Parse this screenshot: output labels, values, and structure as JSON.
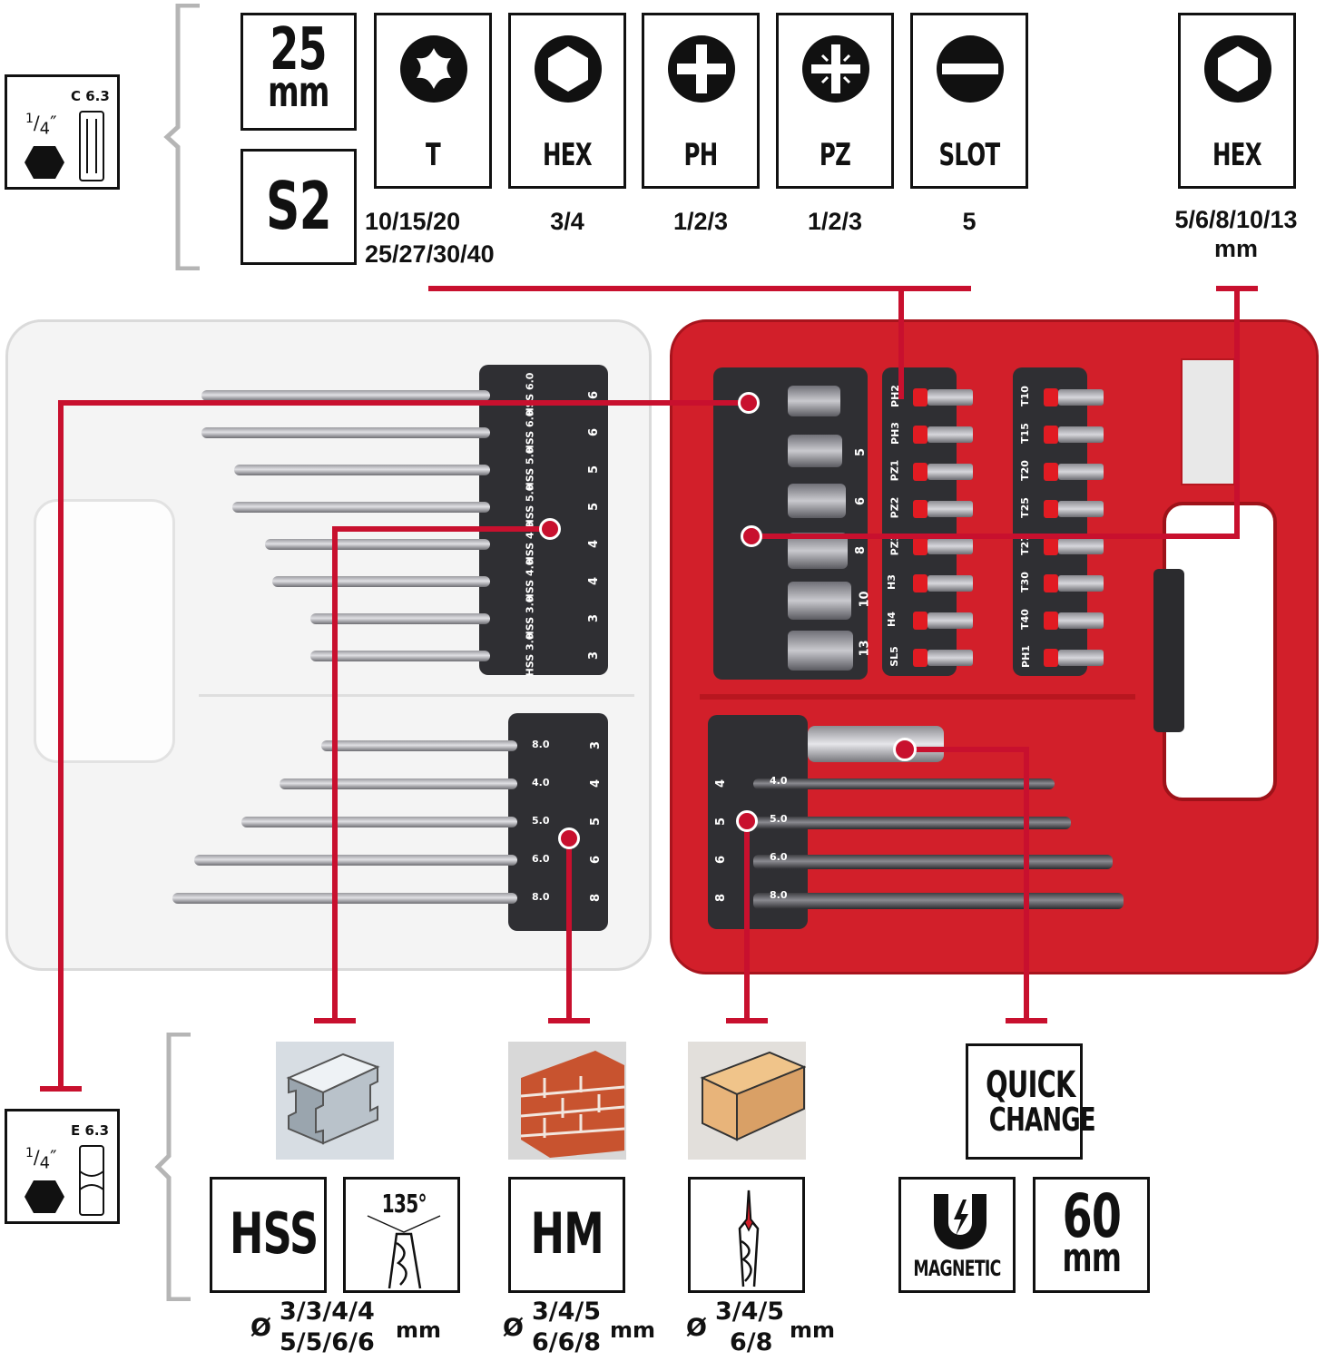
{
  "top": {
    "shank_badge": {
      "size": "C 6.3",
      "fraction_num": "1",
      "fraction_den": "4",
      "inch": "″"
    },
    "length_badge": {
      "value": "25",
      "unit": "mm"
    },
    "material_badge": {
      "text": "S2"
    },
    "bits": [
      {
        "icon": "torx-icon",
        "label": "T",
        "sizes_line1": "10/15/20",
        "sizes_line2": "25/27/30/40"
      },
      {
        "icon": "hex-icon",
        "label": "HEX",
        "sizes_line1": "3/4",
        "sizes_line2": ""
      },
      {
        "icon": "phillips-icon",
        "label": "PH",
        "sizes_line1": "1/2/3",
        "sizes_line2": ""
      },
      {
        "icon": "pozidriv-icon",
        "label": "PZ",
        "sizes_line1": "1/2/3",
        "sizes_line2": ""
      },
      {
        "icon": "slot-icon",
        "label": "SLOT",
        "sizes_line1": "5",
        "sizes_line2": ""
      }
    ],
    "nut_hex": {
      "icon": "hex-icon",
      "label": "HEX",
      "sizes_line1": "5/6/8/10/13",
      "sizes_line2": "mm"
    }
  },
  "bottom": {
    "shank_badge": {
      "size": "E 6.3",
      "fraction_num": "1",
      "fraction_den": "4",
      "inch": "″"
    },
    "hss": {
      "label": "HSS",
      "angle": "135°",
      "dia": "Ø",
      "sizes_line1": "3/3/4/4",
      "sizes_line2": "5/5/6/6",
      "unit": "mm"
    },
    "hm": {
      "label": "HM",
      "dia": "Ø",
      "sizes_line1": "3/4/5",
      "sizes_line2": "6/6/8",
      "unit": "mm"
    },
    "wood": {
      "dia": "Ø",
      "sizes_line1": "3/4/5",
      "sizes_line2": "6/8",
      "unit": "mm"
    },
    "quick_change": {
      "line1": "QUICK",
      "line2": "CHANGE"
    },
    "magnetic": {
      "label": "MAGNETIC"
    },
    "length_badge": {
      "value": "60",
      "unit": "mm"
    }
  },
  "case": {
    "left_drill_labels": [
      "HSS 6.0",
      "HSS 6.0",
      "HSS 5.0",
      "HSS 5.0",
      "HSS 4.0",
      "HSS 4.0",
      "HSS 3.0",
      "HSS 3.0"
    ],
    "left_drill_sizes": [
      "6",
      "6",
      "5",
      "5",
      "4",
      "4",
      "3",
      "3"
    ],
    "masonry_labels": [
      "8.0",
      "4.0",
      "5.0",
      "6.0",
      "8.0"
    ],
    "masonry_sizes": [
      "3",
      "4",
      "5",
      "6",
      "8"
    ],
    "socket_sizes": [
      "5",
      "6",
      "8",
      "10",
      "13"
    ],
    "middle_bit_labels": [
      "PH2",
      "PH3",
      "PZ1",
      "PZ2",
      "PZ3",
      "H3",
      "H4",
      "SL5"
    ],
    "right_bit_labels": [
      "T10",
      "T15",
      "T20",
      "T25",
      "T27",
      "T30",
      "T40",
      "PH1"
    ],
    "wood_sizes": [
      "4",
      "5",
      "6",
      "8"
    ],
    "wood_labels": [
      "4.0",
      "5.0",
      "6.0",
      "8.0"
    ],
    "accent": "#d21f2a"
  }
}
